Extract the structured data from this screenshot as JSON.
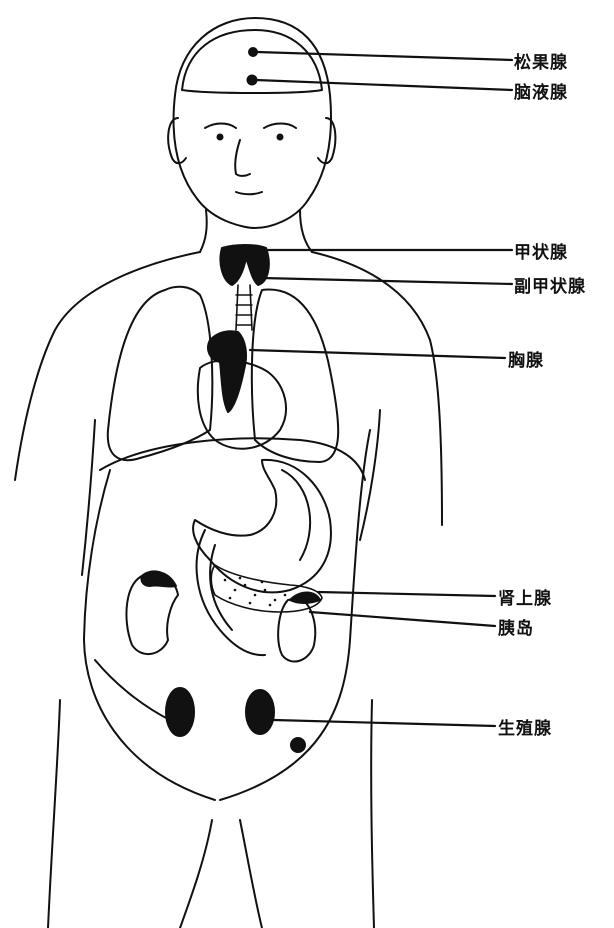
{
  "labels": {
    "pineal": "松果腺",
    "pituitary": "脑液腺",
    "thyroid": "甲状腺",
    "parathyroid": "副甲状腺",
    "thymus": "胸腺",
    "adrenal": "肾上腺",
    "pancreas": "胰岛",
    "gonad": "生殖腺"
  },
  "colors": {
    "ink": "#111111",
    "background": "#ffffff"
  }
}
